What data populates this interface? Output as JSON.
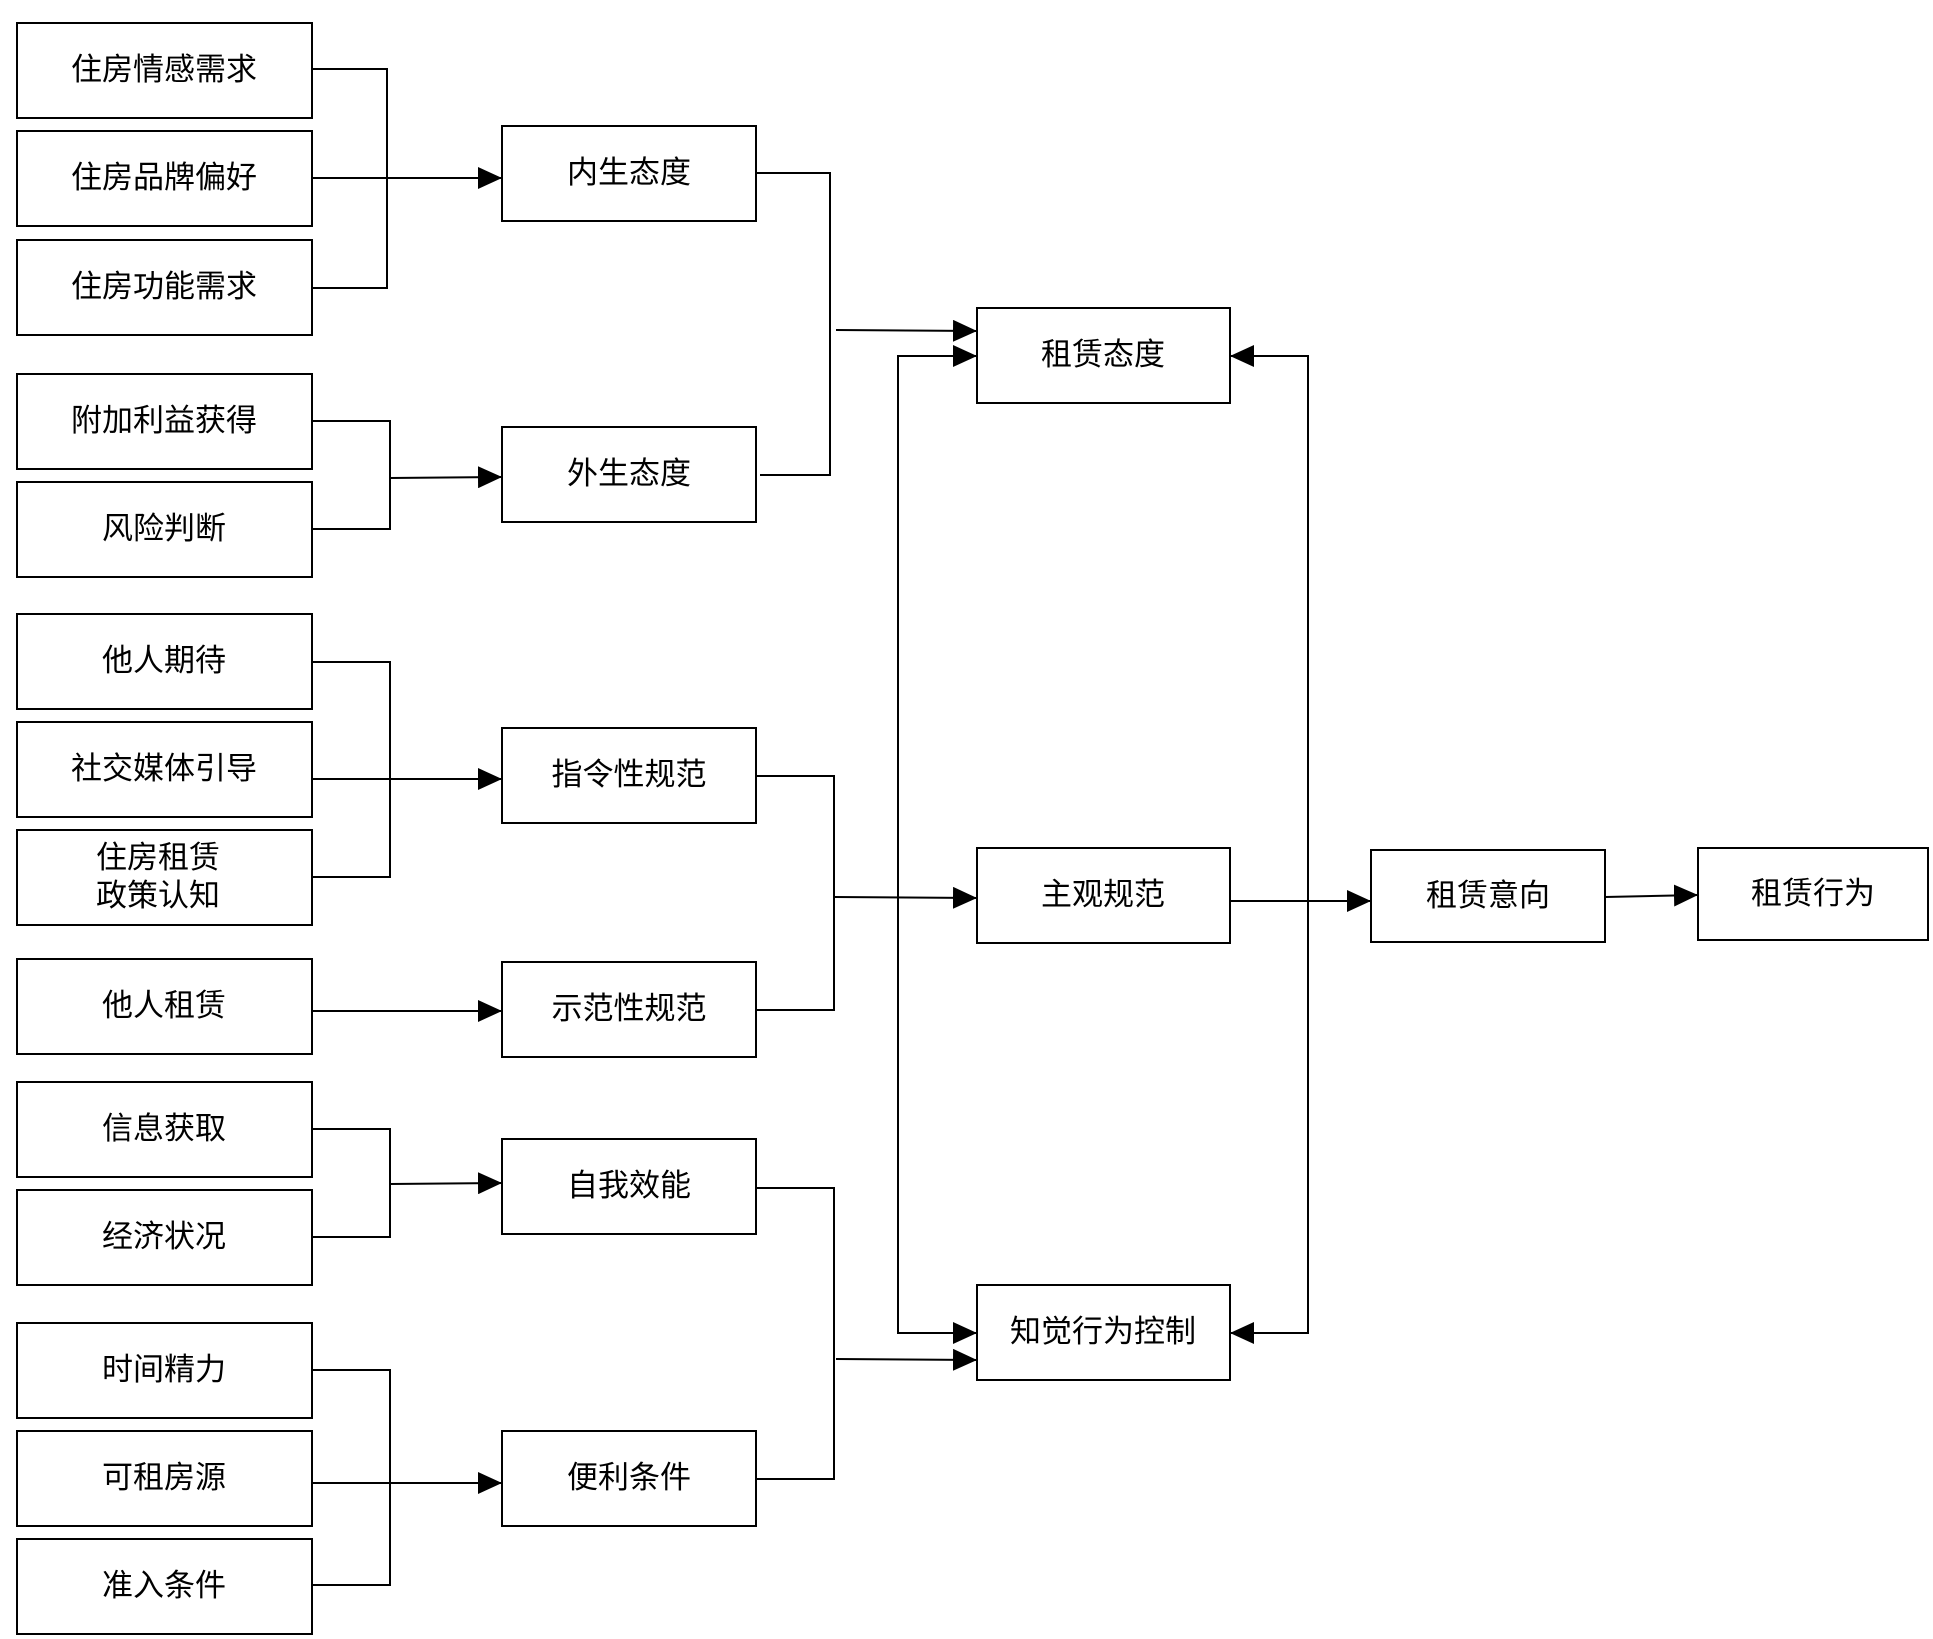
{
  "nodes": {
    "emotion": "住房情感需求",
    "brand": "住房品牌偏好",
    "function": "住房功能需求",
    "benefit": "附加利益获得",
    "risk": "风险判断",
    "expect": "他人期待",
    "media": "社交媒体引导",
    "policy": [
      "住房租赁",
      "政策认知"
    ],
    "others_rent": "他人租赁",
    "info": "信息获取",
    "economy": "经济状况",
    "time": "时间精力",
    "source": "可租房源",
    "access": "准入条件",
    "endo_attitude": "内生态度",
    "exo_attitude": "外生态度",
    "injunctive": "指令性规范",
    "descriptive": "示范性规范",
    "self_efficacy": "自我效能",
    "facilitating": "便利条件",
    "rent_attitude": "租赁态度",
    "subjective_norm": "主观规范",
    "pbc": "知觉行为控制",
    "intention": "租赁意向",
    "behavior": "租赁行为"
  },
  "colors": {
    "stroke": "#000000",
    "fill": "#ffffff",
    "text": "#000000"
  }
}
